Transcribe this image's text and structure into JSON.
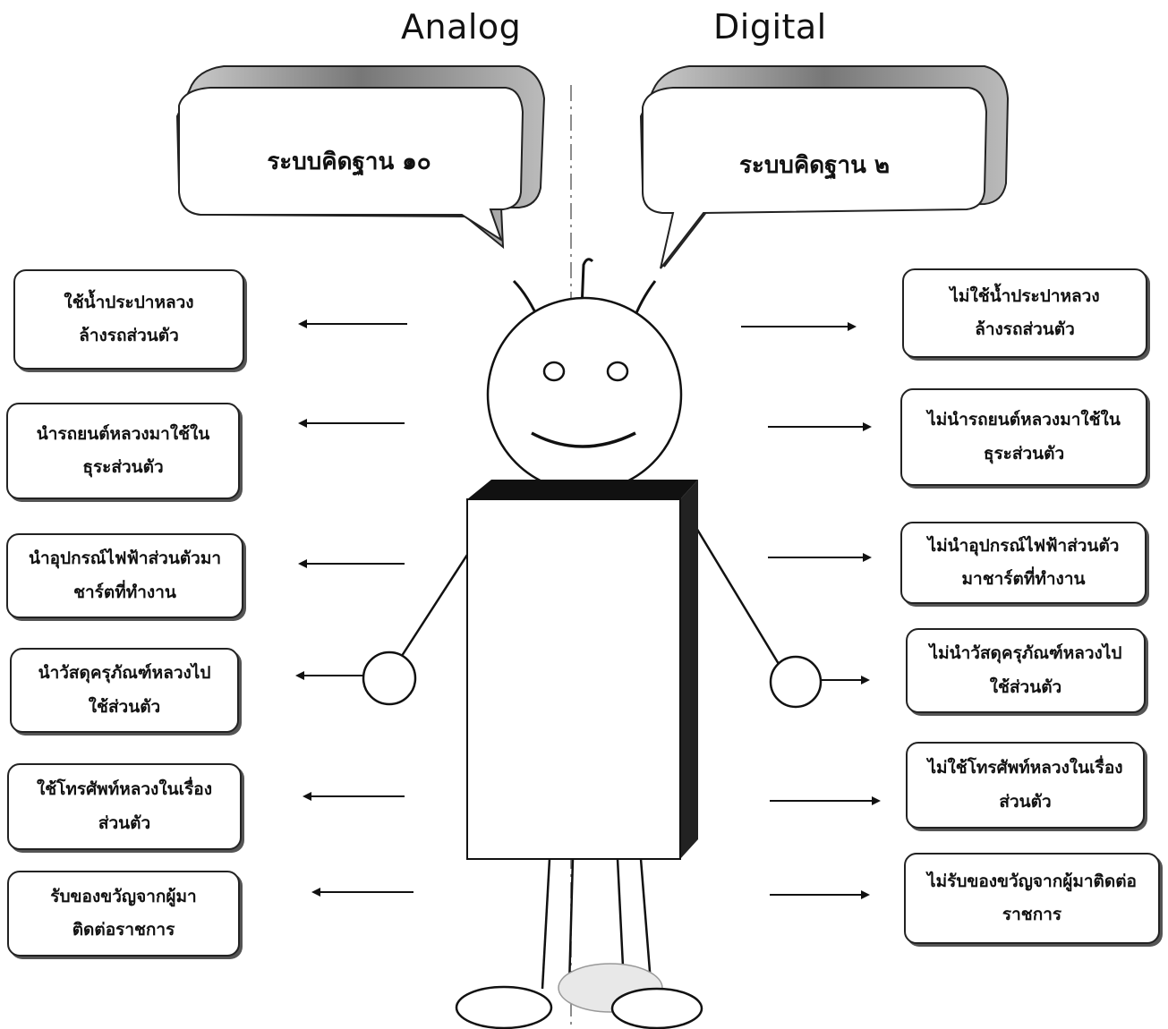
{
  "headings": {
    "left": "Analog",
    "right": "Digital"
  },
  "bubbles": {
    "left": "ระบบคิดฐาน ๑๐",
    "right": "ระบบคิดฐาน ๒"
  },
  "analog_items": [
    "ใช้น้ำประปาหลวง\nล้างรถส่วนตัว",
    "นำรถยนต์หลวงมาใช้ใน\nธุระส่วนตัว",
    "นำอุปกรณ์ไฟฟ้าส่วนตัวมา\nชาร์ตที่ทำงาน",
    "นำวัสดุครุภัณฑ์หลวงไป\nใช้ส่วนตัว",
    "ใช้โทรศัพท์หลวงในเรื่อง\nส่วนตัว",
    "รับของขวัญจากผู้มา\nติดต่อราชการ"
  ],
  "digital_items": [
    "ไม่ใช้น้ำประปาหลวง\nล้างรถส่วนตัว",
    "ไม่นำรถยนต์หลวงมาใช้ใน\nธุระส่วนตัว",
    "ไม่นำอุปกรณ์ไฟฟ้าส่วนตัว\nมาชาร์ตที่ทำงาน",
    "ไม่นำวัสดุครุภัณฑ์หลวงไป\nใช้ส่วนตัว",
    "ไม่ใช้โทรศัพท์หลวงในเรื่อง\nส่วนตัว",
    "ไม่รับของขวัญจากผู้มาติดต่อ\nราชการ"
  ],
  "colors": {
    "stroke": "#1a1a1a",
    "shadow": "#555555",
    "body_top": "#111111",
    "body_side": "#222222"
  }
}
